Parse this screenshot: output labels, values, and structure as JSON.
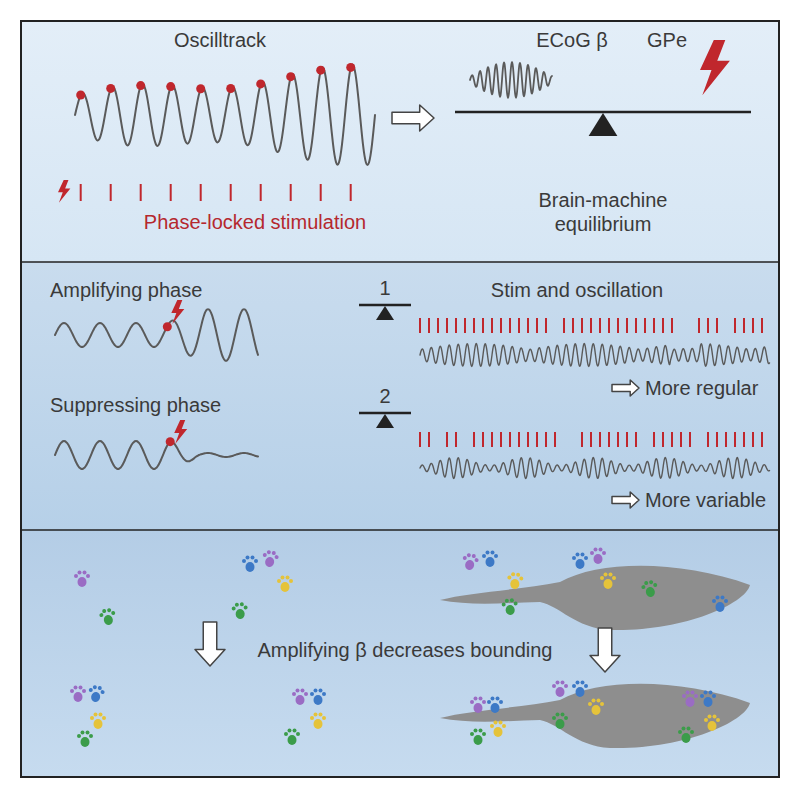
{
  "diagram": {
    "nodes": [
      {
        "text": [
          "Oscilltrack",
          "Phase-locked stimulation",
          "ECoG β",
          "GPe",
          "Brain-machine equilibrium"
        ]
      },
      {
        "text": [
          "Amplifying phase",
          "1",
          "Stim and oscillation",
          "More regular",
          "Suppressing phase",
          "2",
          "More variable"
        ]
      },
      {
        "text": [
          "Amplifying β decreases bounding"
        ]
      }
    ]
  }
}
